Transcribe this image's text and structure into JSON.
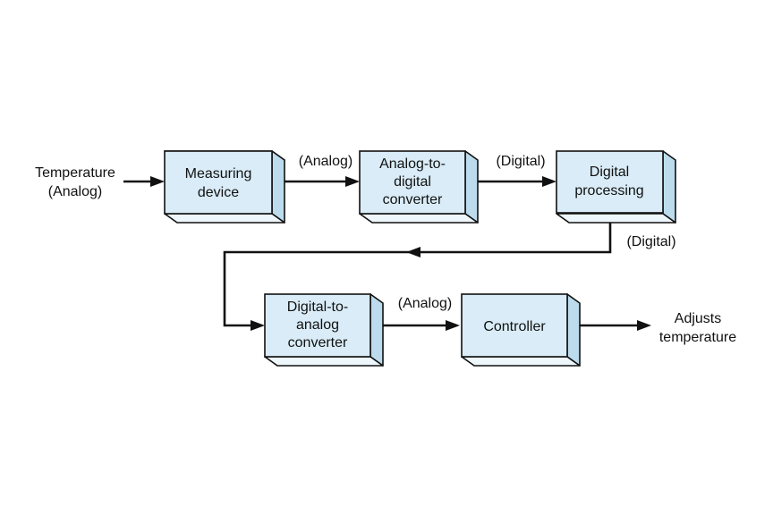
{
  "diagram": {
    "input_label": [
      "Temperature",
      "(Analog)"
    ],
    "output_label": [
      "Adjusts",
      "temperature"
    ],
    "blocks": {
      "measuring": [
        "Measuring",
        "device"
      ],
      "adc": [
        "Analog-to-",
        "digital",
        "converter"
      ],
      "processing": [
        "Digital",
        "processing"
      ],
      "dac": [
        "Digital-to-",
        "analog",
        "converter"
      ],
      "controller": [
        "Controller"
      ]
    },
    "signals": {
      "measuring_to_adc": "(Analog)",
      "adc_to_processing": "(Digital)",
      "processing_to_dac": "(Digital)",
      "dac_to_controller": "(Analog)"
    }
  }
}
